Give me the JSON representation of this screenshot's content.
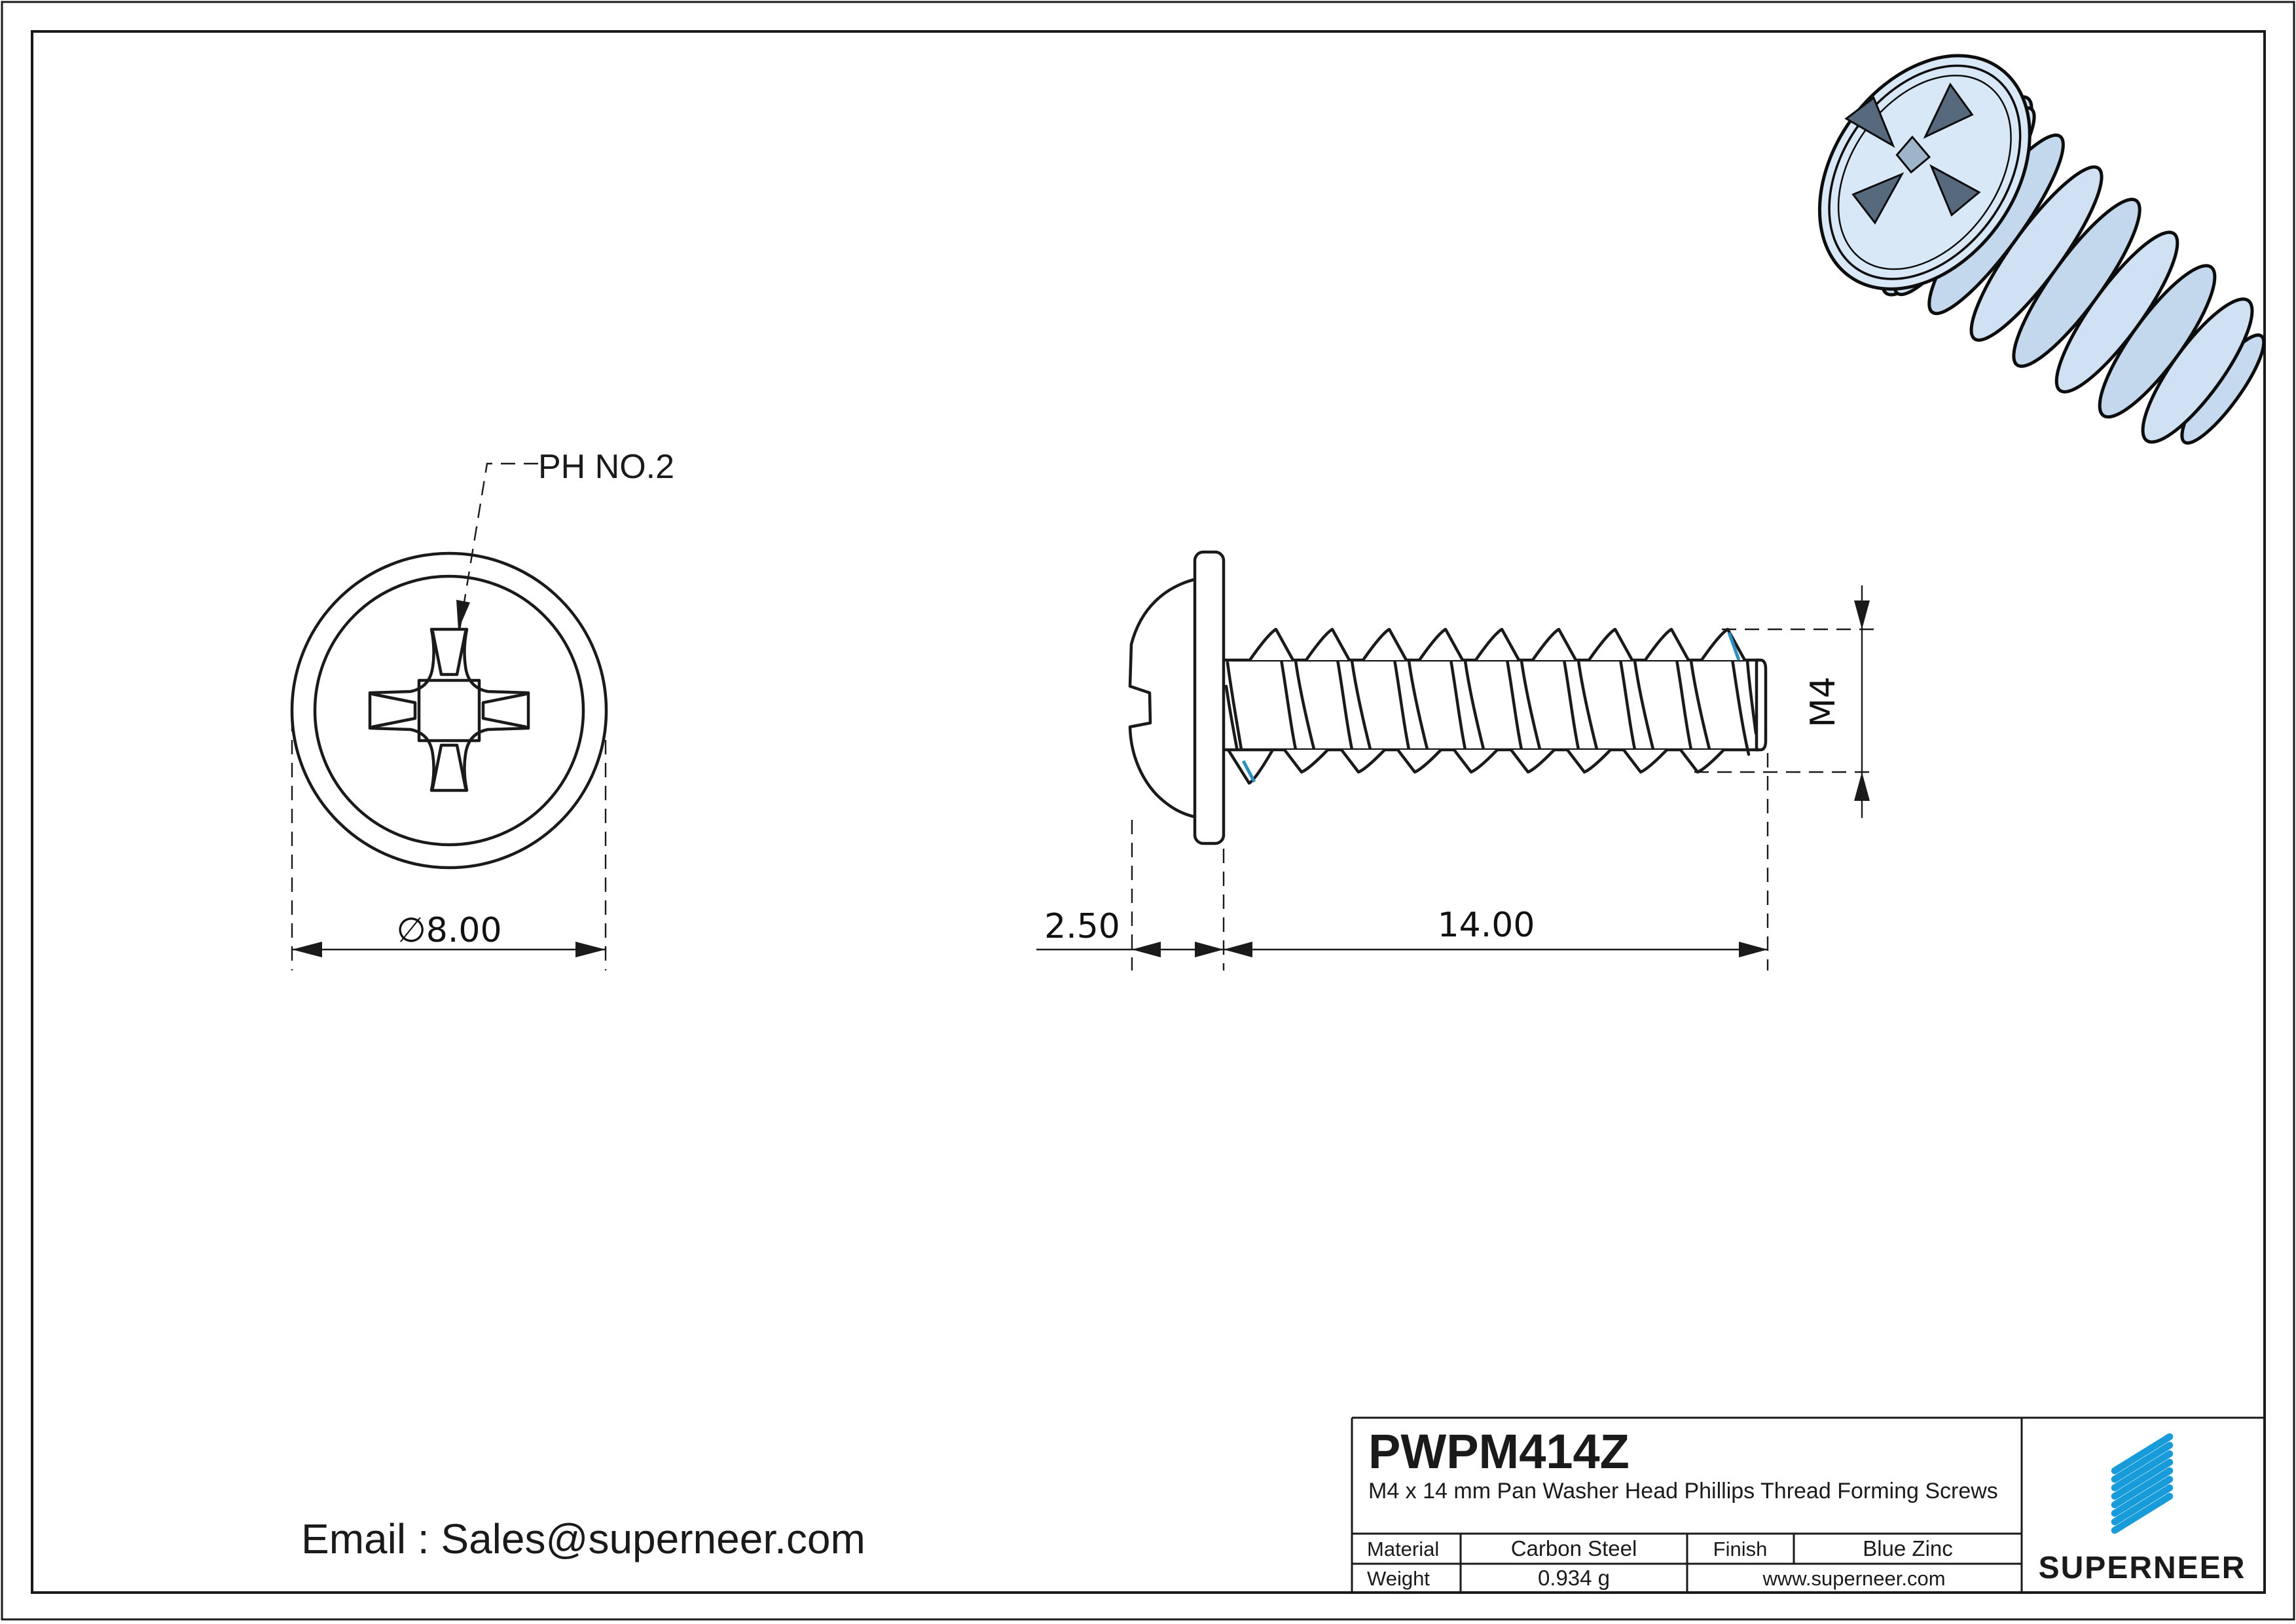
{
  "drawing": {
    "ph_label": "PH NO.2",
    "dim_head_diameter": "∅8.00",
    "dim_head_height": "2.50",
    "dim_thread_length": "14.00",
    "dim_thread_size": "M4"
  },
  "title_block": {
    "part_number": "PWPM414Z",
    "description": "M4 x 14 mm Pan Washer Head Phillips Thread Forming Screws",
    "material_label": "Material",
    "material_value": "Carbon Steel",
    "finish_label": "Finish",
    "finish_value": "Blue Zinc",
    "weight_label": "Weight",
    "weight_value": "0.934 g",
    "website": "www.superneer.com",
    "brand": "SUPERNEER"
  },
  "footer": {
    "email": "Email : Sales@superneer.com"
  },
  "colors": {
    "line": "#1a1a1a",
    "accent_blue": "#189CD9",
    "link_blue": "#1779D0",
    "thread_highlight": "#2B8FBF",
    "screw_body": "#d3e4f4",
    "screw_dome": "#d9e8f6",
    "screw_flange": "#c5daef",
    "recess_shadow": "#56697d"
  }
}
